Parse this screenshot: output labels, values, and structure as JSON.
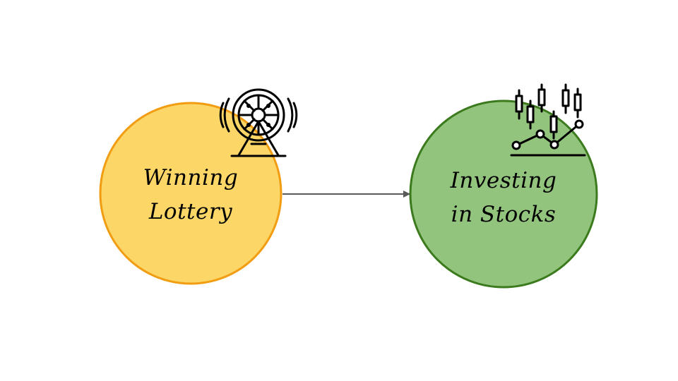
{
  "nodes": {
    "lottery": {
      "line1": "Winning",
      "line2": "Lottery",
      "fill": "#fcd667",
      "stroke": "#f29c12",
      "icon": "lottery-wheel-icon"
    },
    "stocks": {
      "line1": "Investing",
      "line2": "in Stocks",
      "fill": "#93c47d",
      "stroke": "#3c7a1e",
      "icon": "candlestick-chart-icon"
    }
  },
  "edges": [
    {
      "from": "lottery",
      "to": "stocks",
      "color": "#595959"
    }
  ]
}
